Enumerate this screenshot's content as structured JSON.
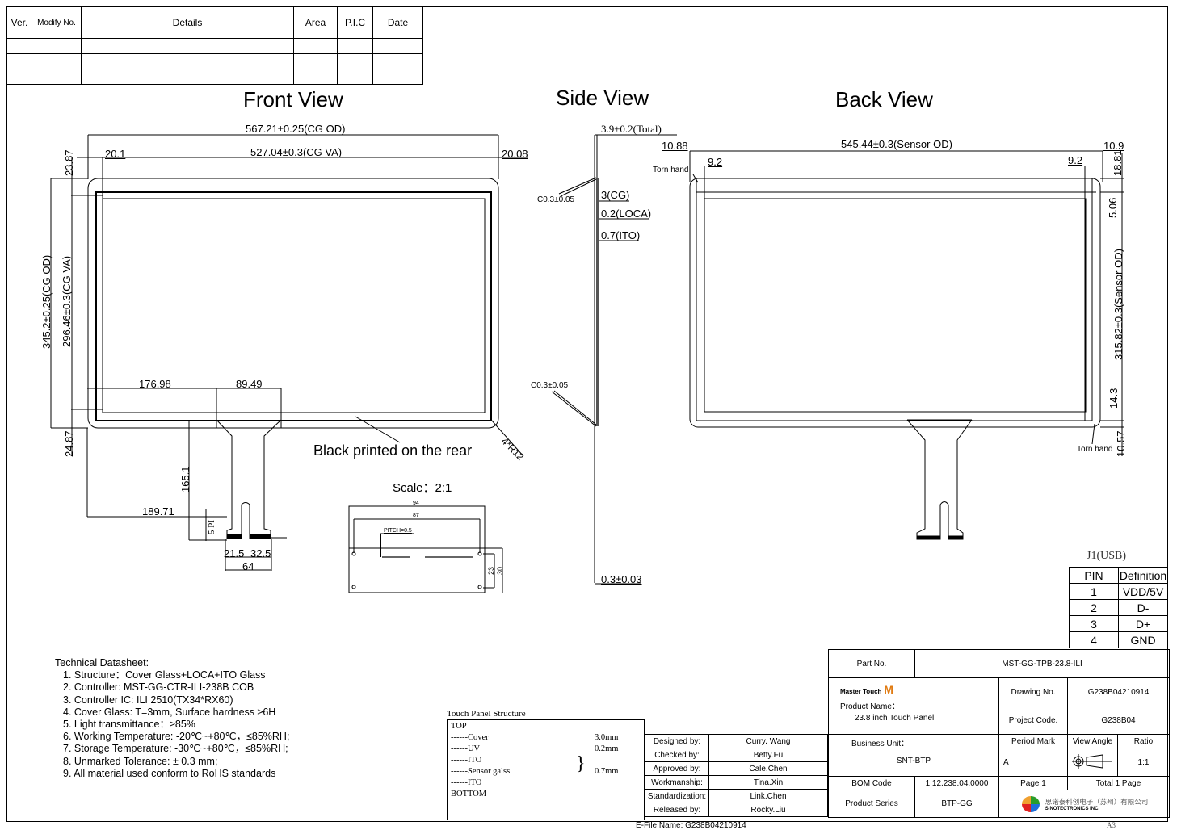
{
  "revision_table": {
    "headers": [
      "Ver.",
      "Modify No.",
      "Details",
      "Area",
      "P.I.C",
      "Date"
    ],
    "rows": [
      [
        "",
        "",
        "",
        "",
        "",
        ""
      ],
      [
        "",
        "",
        "",
        "",
        "",
        ""
      ],
      [
        "",
        "",
        "",
        "",
        "",
        ""
      ]
    ]
  },
  "views": {
    "front": "Front View",
    "side": "Side View",
    "back": "Back View"
  },
  "front_view": {
    "cg_od_width": "567.21±0.25(CG OD)",
    "cg_va_width": "527.04±0.3(CG VA)",
    "left_margin": "20.1",
    "right_margin": "20.08",
    "top_margin": "23.87",
    "bottom_margin": "24.87",
    "cg_od_height": "345.2±0.25(CG OD)",
    "cg_va_height": "296.46±0.3(CG VA)",
    "fpc_offset": "176.98",
    "fpc_width": "89.49",
    "fpc_length": "165.1",
    "fpc_tail_offset": "189.71",
    "fpc_pitch": "5 PI",
    "tail_left": "21.5",
    "tail_right": "32.5",
    "tail_width": "64",
    "black_print_note": "Black printed on the rear",
    "corner_radius": "4*R12"
  },
  "side_view": {
    "total": "3.9±0.2(Total)",
    "chamfer_top": "C0.3±0.05",
    "chamfer_bottom": "C0.3±0.05",
    "layers": [
      "3(CG)",
      "0.2(LOCA)",
      "0.7(ITO)"
    ],
    "fpc_thickness": "0.3±0.03"
  },
  "back_view": {
    "sensor_od_width": "545.44±0.3(Sensor OD)",
    "left_margin": "10.88",
    "right_margin": "10.9",
    "left_inner": "9.2",
    "right_inner": "9.2",
    "top_margin": "18.81",
    "top_inner": "5.06",
    "sensor_od_height": "315.82±0.3(Sensor OD)",
    "bottom_inner": "14.3",
    "bottom_margin": "10.57",
    "torn_hand_top": "Torn hand",
    "torn_hand_bottom": "Torn hand"
  },
  "scale_detail": {
    "title": "Scale：2:1",
    "width_outer": "94",
    "width_inner": "87",
    "pitch": "PITCH=0.5",
    "height_inner": "23",
    "height_outer": "30"
  },
  "j1": {
    "title": "J1(USB)",
    "headers": [
      "PIN",
      "Definition"
    ],
    "rows": [
      [
        "1",
        "VDD/5V"
      ],
      [
        "2",
        "D-"
      ],
      [
        "3",
        "D+"
      ],
      [
        "4",
        "GND"
      ]
    ]
  },
  "tech_datasheet": {
    "title": "Technical Datasheet:",
    "items": [
      "1. Structure：Cover Glass+LOCA+ITO Glass",
      "2. Controller: MST-GG-CTR-ILI-238B    COB",
      "3. Controller IC: ILI 2510(TX34*RX60)",
      "4. Cover Glass: T=3mm, Surface hardness ≥6H",
      "5. Light transmittance：≥85%",
      "6. Working Temperature: -20℃~+80℃，≤85%RH;",
      "7. Storage Temperature: -30℃~+80℃，≤85%RH;",
      "8. Unmarked Tolerance: ± 0.3 mm;",
      "9. All material used conform to RoHS standards"
    ]
  },
  "touch_panel_structure": {
    "title": "Touch Panel Structure",
    "top": "TOP",
    "layers": [
      {
        "name": "------Cover",
        "value": "3.0mm"
      },
      {
        "name": "------UV",
        "value": "0.2mm"
      },
      {
        "name": "------ITO",
        "value": ""
      },
      {
        "name": "------Sensor galss",
        "value": "0.7mm"
      },
      {
        "name": "------ITO",
        "value": ""
      }
    ],
    "bottom": "BOTTOM"
  },
  "approvals": [
    {
      "label": "Designed by:",
      "name": "Curry. Wang"
    },
    {
      "label": "Checked by:",
      "name": "Betty.Fu"
    },
    {
      "label": "Approved by:",
      "name": "Cale.Chen"
    },
    {
      "label": "Workmanship:",
      "name": "Tina.Xin"
    },
    {
      "label": "Standardization:",
      "name": "Link.Chen"
    },
    {
      "label": "Released by:",
      "name": "Rocky.Liu"
    }
  ],
  "title_block": {
    "part_no_label": "Part No.",
    "part_no": "MST-GG-TPB-23.8-ILI",
    "brand": "Master Touch",
    "product_name_label": "Product Name：",
    "product_name": "23.8 inch Touch Panel",
    "drawing_no_label": "Drawing No.",
    "drawing_no": "G238B04210914",
    "project_code_label": "Project Code.",
    "project_code": "G238B04",
    "business_unit_label": "Business Unit：",
    "business_unit": "SNT-BTP",
    "period_mark_label": "Period Mark",
    "period_mark": "A",
    "view_angle_label": "View Angle",
    "ratio_label": "Ratio",
    "ratio": "1:1",
    "bom_code_label": "BOM Code",
    "bom_code": "1.12.238.04.0000",
    "page": "Page 1",
    "total_pages": "Total 1 Page",
    "product_series_label": "Product Series",
    "product_series": "BTP-GG",
    "company_cn": "思诺泰科创电子（苏州）有限公司",
    "company_en": "SINOTECTRONICS INC.",
    "file_name": "E-File Name:   G238B04210914",
    "sheet_size": "A3"
  }
}
